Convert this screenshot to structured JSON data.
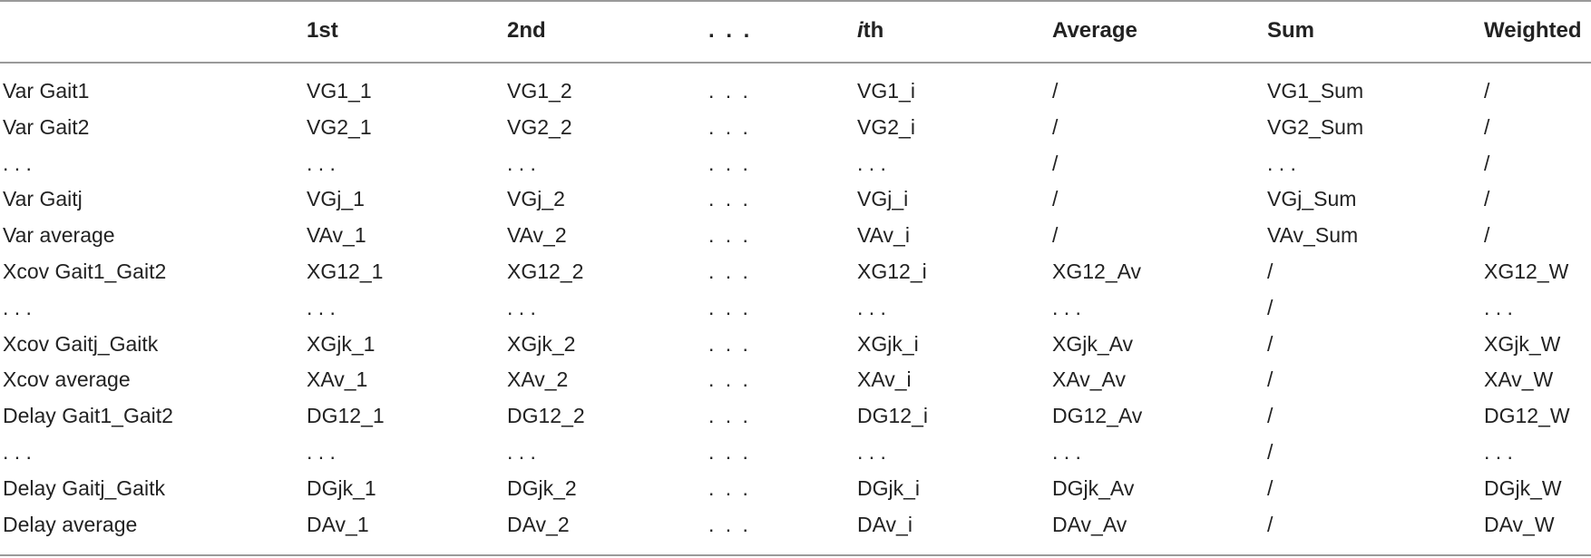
{
  "table": {
    "header": {
      "col0": "",
      "col1": "1st",
      "col2": "2nd",
      "col3": ". . .",
      "col4_italic": "i",
      "col4_rest": "th",
      "col5": "Average",
      "col6": "Sum",
      "col7": "Weighted"
    },
    "rows": [
      [
        "Var Gait1",
        "VG1_1",
        "VG1_2",
        ". . .",
        "VG1_i",
        "/",
        "VG1_Sum",
        "/"
      ],
      [
        "Var Gait2",
        "VG2_1",
        "VG2_2",
        ". . .",
        "VG2_i",
        "/",
        "VG2_Sum",
        "/"
      ],
      [
        ". . .",
        ". . .",
        ". . .",
        ". . .",
        ". . .",
        "/",
        ". . .",
        "/"
      ],
      [
        "Var Gaitj",
        "VGj_1",
        "VGj_2",
        ". . .",
        "VGj_i",
        "/",
        "VGj_Sum",
        "/"
      ],
      [
        "Var average",
        "VAv_1",
        "VAv_2",
        ". . .",
        "VAv_i",
        "/",
        "VAv_Sum",
        "/"
      ],
      [
        "Xcov Gait1_Gait2",
        "XG12_1",
        "XG12_2",
        ". . .",
        "XG12_i",
        "XG12_Av",
        "/",
        "XG12_W"
      ],
      [
        ". . .",
        ". . .",
        ". . .",
        ". . .",
        ". . .",
        ". . .",
        "/",
        ". . ."
      ],
      [
        "Xcov Gaitj_Gaitk",
        "XGjk_1",
        "XGjk_2",
        ". . .",
        "XGjk_i",
        "XGjk_Av",
        "/",
        "XGjk_W"
      ],
      [
        "Xcov average",
        "XAv_1",
        "XAv_2",
        ". . .",
        "XAv_i",
        "XAv_Av",
        "/",
        "XAv_W"
      ],
      [
        "Delay Gait1_Gait2",
        "DG12_1",
        "DG12_2",
        ". . .",
        "DG12_i",
        "DG12_Av",
        "/",
        "DG12_W"
      ],
      [
        ". . .",
        ". . .",
        ". . .",
        ". . .",
        ". . .",
        ". . .",
        "/",
        ". . ."
      ],
      [
        "Delay Gaitj_Gaitk",
        "DGjk_1",
        "DGjk_2",
        ". . .",
        "DGjk_i",
        "DGjk_Av",
        "/",
        "DGjk_W"
      ],
      [
        "Delay average",
        "DAv_1",
        "DAv_2",
        ". . .",
        "DAv_i",
        "DAv_Av",
        "/",
        "DAv_W"
      ]
    ]
  }
}
